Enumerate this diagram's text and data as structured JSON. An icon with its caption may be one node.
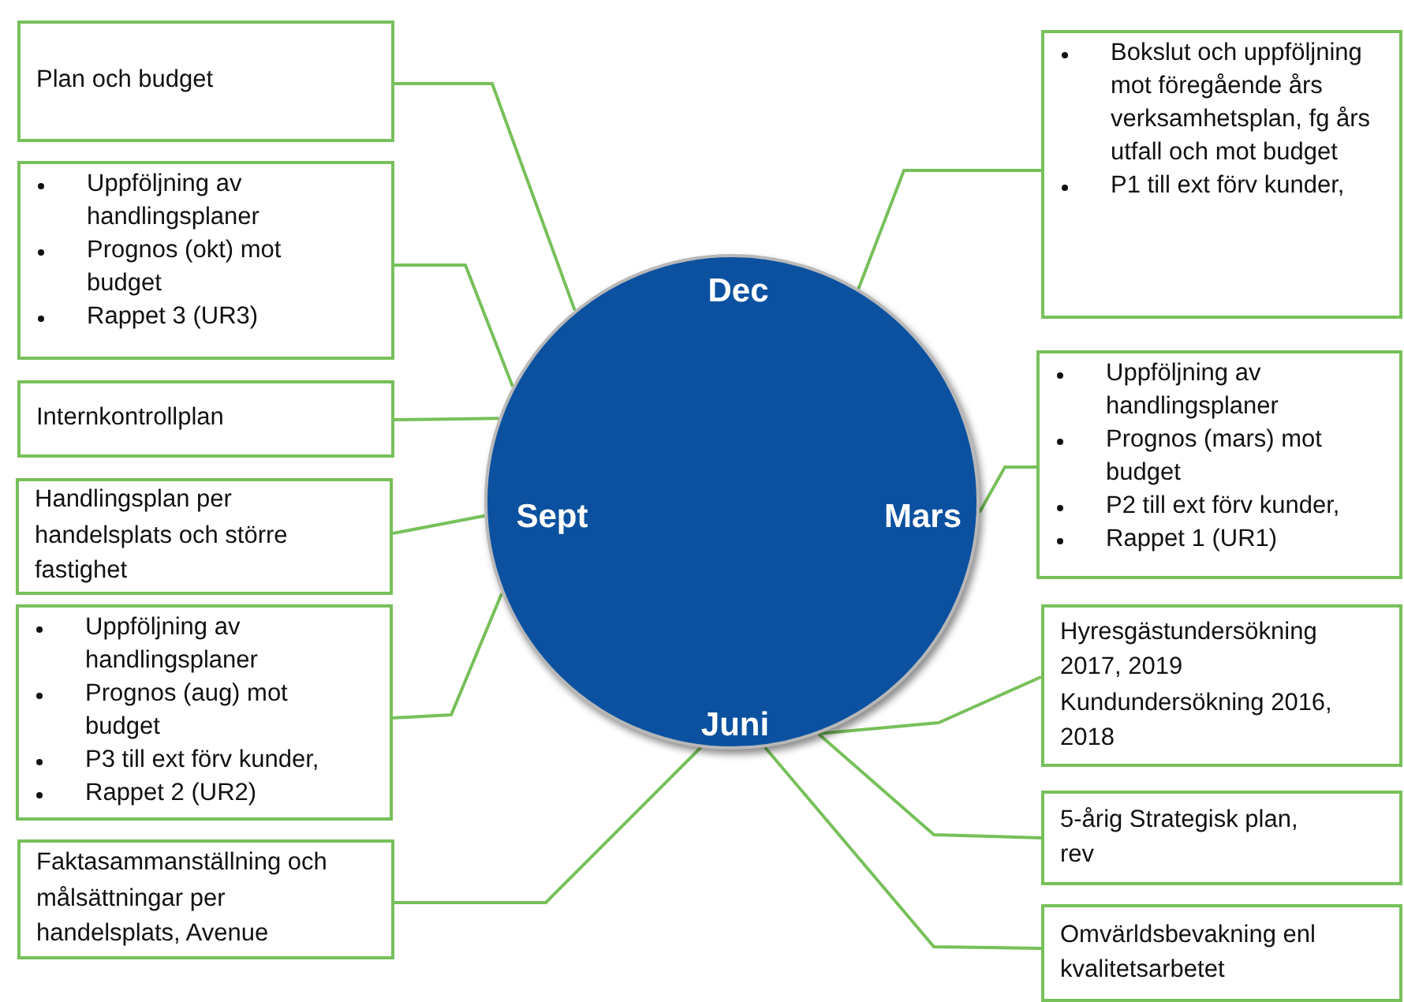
{
  "diagram": {
    "nodes": [
      {
        "text": [
          "Dec",
          "Mars",
          "Juni",
          "Sept"
        ]
      },
      {
        "text": [
          "Plan och budget"
        ]
      },
      {
        "text": [
          "Uppföljning av handlingsplaner",
          "Prognos (okt) mot budget",
          "Rappet 3 (UR3)"
        ]
      },
      {
        "text": [
          "Internkontrollplan"
        ]
      },
      {
        "text": [
          "Handlingsplan per handelsplats och större fastighet"
        ]
      },
      {
        "text": [
          "Uppföljning av handlingsplaner",
          "Prognos (aug) mot budget",
          "P3 till ext förv kunder,",
          "Rappet 2 (UR2)"
        ]
      },
      {
        "text": [
          "Faktasammanställning och målsättningar per handelsplats, Avenue"
        ]
      },
      {
        "text": [
          "Bokslut och uppföljning mot föregående års verksamhetsplan, fg års utfall och mot budget",
          "P1 till ext förv kunder,"
        ]
      },
      {
        "text": [
          "Uppföljning av handlingsplaner",
          "Prognos (mars) mot budget",
          "P2 till ext förv kunder,",
          "Rappet 1 (UR1)"
        ]
      },
      {
        "text": [
          "Hyresgästundersökning 2017, 2019",
          "Kundundersökning 2016, 2018"
        ]
      },
      {
        "text": [
          "5-årig Strategisk plan, rev"
        ]
      },
      {
        "text": [
          "Omvärldsbevakning enl kvalitetsarbetet"
        ]
      }
    ],
    "edges": [
      {
        "from": 1,
        "to": 0,
        "arrow": "none"
      },
      {
        "from": 2,
        "to": 0,
        "arrow": "none"
      },
      {
        "from": 3,
        "to": 0,
        "arrow": "none"
      },
      {
        "from": 4,
        "to": 0,
        "arrow": "none"
      },
      {
        "from": 5,
        "to": 0,
        "arrow": "none"
      },
      {
        "from": 6,
        "to": 0,
        "arrow": "none"
      },
      {
        "from": 7,
        "to": 0,
        "arrow": "none"
      },
      {
        "from": 8,
        "to": 0,
        "arrow": "none"
      },
      {
        "from": 9,
        "to": 0,
        "arrow": "none"
      },
      {
        "from": 10,
        "to": 0,
        "arrow": "none"
      },
      {
        "from": 11,
        "to": 0,
        "arrow": "none"
      }
    ]
  }
}
